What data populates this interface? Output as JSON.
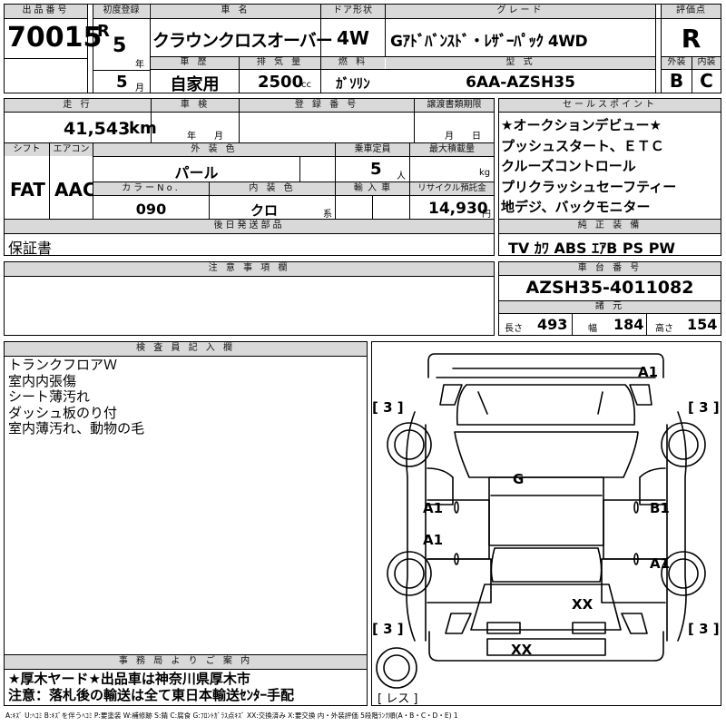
{
  "labels": {
    "lot_no": "出品番号",
    "first_reg": "初度登録",
    "car_name": "車 名",
    "door": "ドア形状",
    "grade": "グレード",
    "score": "評価点",
    "history": "車 歴",
    "displacement": "排 気 量",
    "fuel": "燃 料",
    "model": "型 式",
    "exterior": "外装",
    "interior": "内装",
    "mileage": "走 行",
    "inspection": "車 検",
    "reg_no": "登 録 番 号",
    "transfer": "譲渡書類期限",
    "sales_point": "セールスポイント",
    "shift": "シフト",
    "aircon": "エアコン",
    "ext_color": "外 装 色",
    "capacity": "乗車定員",
    "max_load": "最大積載量",
    "color_no": "カラーNo.",
    "int_color": "内 装 色",
    "import": "輸 入 車",
    "recycle": "リサイクル預託金",
    "later_items": "後日発送部品",
    "genuine": "純 正 装 備",
    "notes": "注 意 事 項 欄",
    "chassis": "車 台 番 号",
    "specs": "諸 元",
    "inspector": "検 査 員 記 入 欄",
    "office": "事 務 局 よ り ご 案 内",
    "month_unit": "月",
    "year_unit": "年",
    "cc_unit": "cc",
    "km_unit": "km",
    "year_mon_ins": "年　　月",
    "month_day": "月　　日",
    "person_unit": "人",
    "kg_unit": "kg",
    "kei": "系",
    "yen_unit": "円",
    "len": "長さ",
    "wid": "幅",
    "hgt": "高さ"
  },
  "vehicle": {
    "lot_no": "70015",
    "era": "R",
    "year": "5",
    "month": "5",
    "car_name": "クラウンクロスオーバー",
    "door": "4W",
    "grade": "Gｱﾄﾞﾊﾞﾝｽﾄﾞ・ﾚｻﾞｰﾊﾟｯｸ 4WD",
    "score": "R",
    "history": "自家用",
    "displacement": "2500",
    "fuel": "ｶﾞｿﾘﾝ",
    "model": "6AA-AZSH35",
    "exterior": "B",
    "interior": "C",
    "mileage": "41,543",
    "shift": "FAT",
    "aircon": "AAC",
    "ext_color": "パール",
    "capacity": "5",
    "color_no": "090",
    "int_color": "クロ",
    "recycle": "14,930",
    "later_items": "保証書",
    "genuine": "TV ｶﾜ ABS ｴｱB PS PW",
    "chassis": "AZSH35-4011082",
    "length": "493",
    "width": "184",
    "height": "154"
  },
  "sales_points": [
    "★オークションデビュー★",
    "プッシュスタート、ＥＴＣ",
    "クルーズコントロール",
    "プリクラッシュセーフティー",
    "地デジ、バックモニター"
  ],
  "inspector_notes": [
    "トランクフロアＷ",
    "室内内張傷",
    "シート薄汚れ",
    "ダッシュ板のり付",
    "室内薄汚れ、動物の毛"
  ],
  "office_notes": [
    "★厚木ヤード★出品車は神奈川県厚木市",
    "注意：落札後の輸送は全て東日本輸送ｾﾝﾀｰ手配"
  ],
  "diagram": {
    "tire_marks": [
      "[ 3 ]",
      "[ 3 ]",
      "[ 3 ]",
      "[ 3 ]"
    ],
    "spare": "[ レス ]",
    "marks": [
      "A1",
      "G",
      "A1",
      "B1",
      "A1",
      "A1",
      "XX",
      "XX"
    ]
  },
  "legend": "A:ｷｽﾞ U:ﾍｺﾐ B:ｷｽﾞを伴うﾍｺﾐ P:要塗装 W:補修跡 S:錆 C:腐食 G:ﾌﾛﾝﾄｶﾞﾗｽ点ｷｽﾞ XX:交換済み X:要交換 内・外装評価 5段階ﾗﾝｸ順(A・B・C・D・E) 1"
}
